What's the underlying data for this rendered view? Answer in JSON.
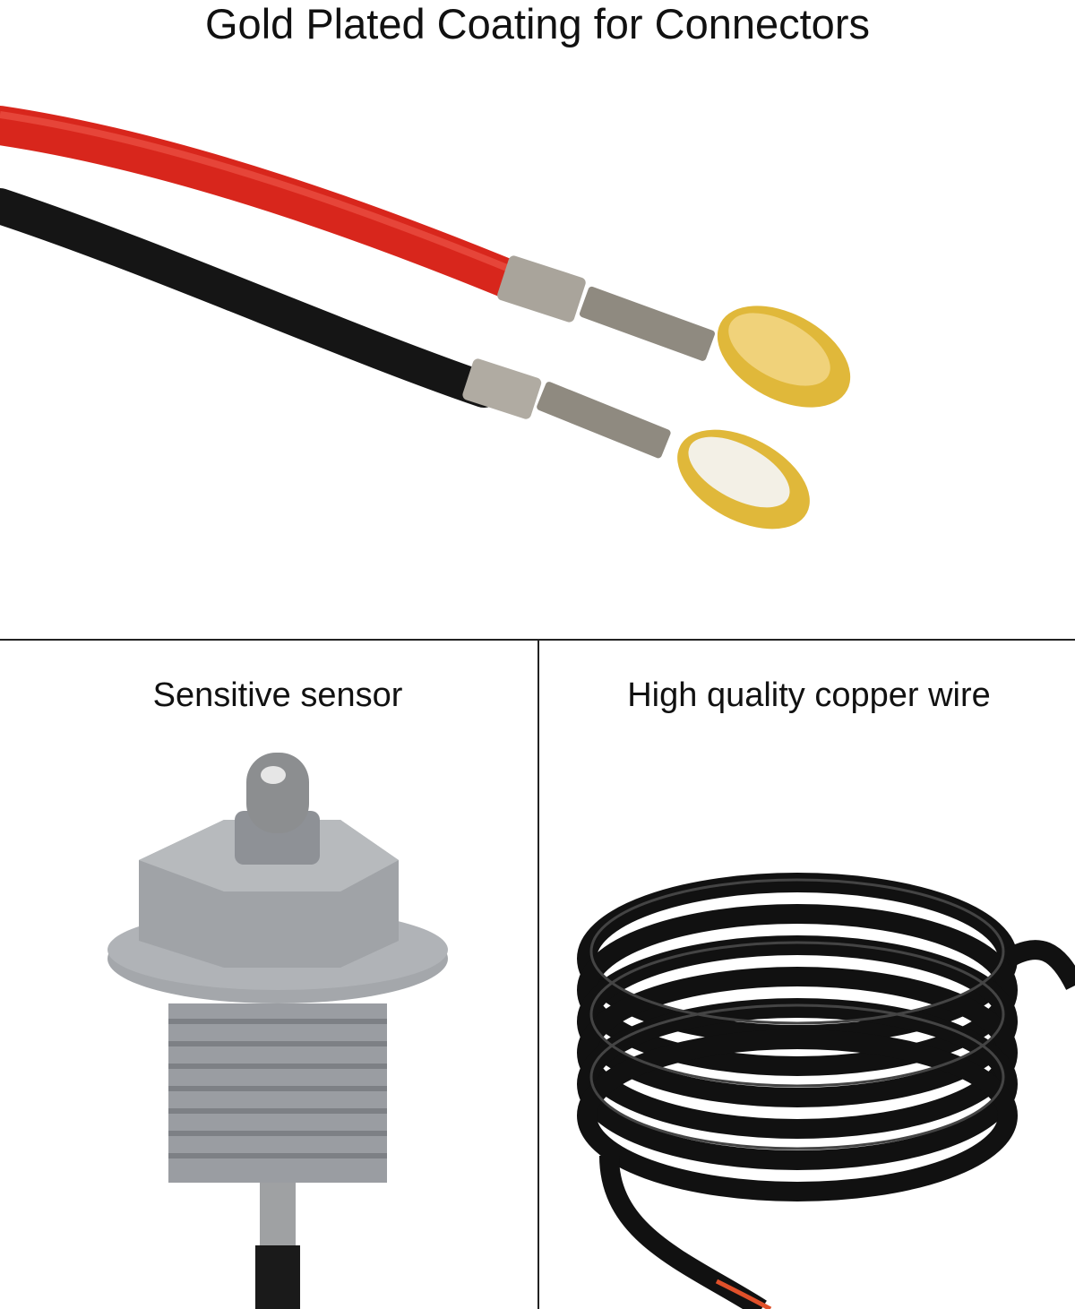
{
  "title": "Gold Plated Coating for Connectors",
  "panels": [
    {
      "label": "Sensitive sensor"
    },
    {
      "label": "High quality copper wire"
    }
  ],
  "colors": {
    "red_wire": "#d8261c",
    "black_wire": "#151515",
    "gold": "#e0b83a",
    "sensor_gray": "#9a9da2"
  }
}
